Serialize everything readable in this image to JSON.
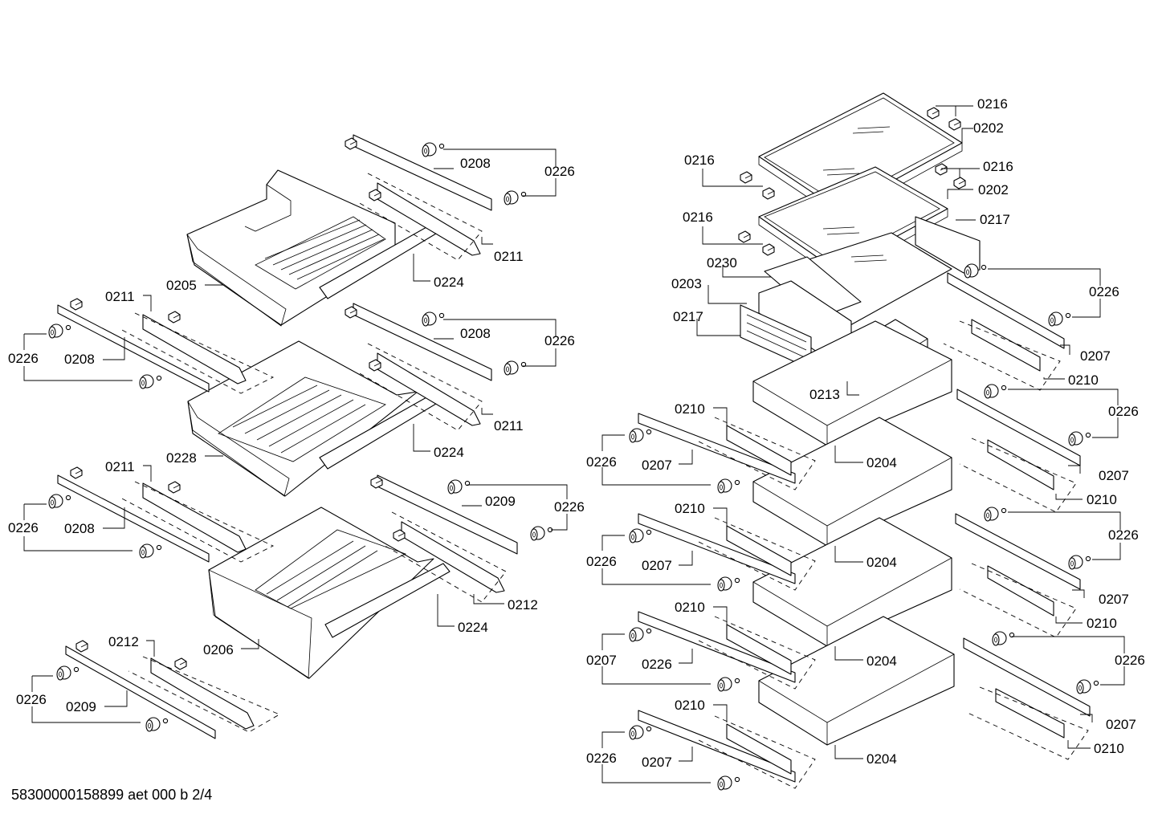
{
  "footer_code": "58300000158899 aet 000 b 2/4",
  "callouts": [
    {
      "id": "c1",
      "text": "0208"
    },
    {
      "id": "c2",
      "text": "0226"
    },
    {
      "id": "c3",
      "text": "0211"
    },
    {
      "id": "c4",
      "text": "0224"
    },
    {
      "id": "c5",
      "text": "0205"
    },
    {
      "id": "c6",
      "text": "0211"
    },
    {
      "id": "c7",
      "text": "0226"
    },
    {
      "id": "c8",
      "text": "0208"
    },
    {
      "id": "c9",
      "text": "0208"
    },
    {
      "id": "c10",
      "text": "0226"
    },
    {
      "id": "c11",
      "text": "0211"
    },
    {
      "id": "c12",
      "text": "0224"
    },
    {
      "id": "c13",
      "text": "0228"
    },
    {
      "id": "c14",
      "text": "0211"
    },
    {
      "id": "c15",
      "text": "0226"
    },
    {
      "id": "c16",
      "text": "0208"
    },
    {
      "id": "c17",
      "text": "0209"
    },
    {
      "id": "c18",
      "text": "0226"
    },
    {
      "id": "c19",
      "text": "0212"
    },
    {
      "id": "c20",
      "text": "0224"
    },
    {
      "id": "c21",
      "text": "0206"
    },
    {
      "id": "c22",
      "text": "0212"
    },
    {
      "id": "c23",
      "text": "0226"
    },
    {
      "id": "c24",
      "text": "0209"
    },
    {
      "id": "c25",
      "text": "0216"
    },
    {
      "id": "c26",
      "text": "0202"
    },
    {
      "id": "c27",
      "text": "0216"
    },
    {
      "id": "c28",
      "text": "0216"
    },
    {
      "id": "c29",
      "text": "0202"
    },
    {
      "id": "c30",
      "text": "0217"
    },
    {
      "id": "c31",
      "text": "0216"
    },
    {
      "id": "c32",
      "text": "0230"
    },
    {
      "id": "c33",
      "text": "0203"
    },
    {
      "id": "c34",
      "text": "0226"
    },
    {
      "id": "c35",
      "text": "0217"
    },
    {
      "id": "c36",
      "text": "0207"
    },
    {
      "id": "c37",
      "text": "0210"
    },
    {
      "id": "c38",
      "text": "0213"
    },
    {
      "id": "c39",
      "text": "0226"
    },
    {
      "id": "c40",
      "text": "0210"
    },
    {
      "id": "c41",
      "text": "0226"
    },
    {
      "id": "c42",
      "text": "0207"
    },
    {
      "id": "c43",
      "text": "0204"
    },
    {
      "id": "c44",
      "text": "0207"
    },
    {
      "id": "c45",
      "text": "0210"
    },
    {
      "id": "c46",
      "text": "0210"
    },
    {
      "id": "c47",
      "text": "0226"
    },
    {
      "id": "c48",
      "text": "0226"
    },
    {
      "id": "c49",
      "text": "0207"
    },
    {
      "id": "c50",
      "text": "0204"
    },
    {
      "id": "c51",
      "text": "0207"
    },
    {
      "id": "c52",
      "text": "0210"
    },
    {
      "id": "c53",
      "text": "0210"
    },
    {
      "id": "c54",
      "text": "0226"
    },
    {
      "id": "c55",
      "text": "0207"
    },
    {
      "id": "c56",
      "text": "0204"
    },
    {
      "id": "c57",
      "text": "0226"
    },
    {
      "id": "c58",
      "text": "0207"
    },
    {
      "id": "c59",
      "text": "0210"
    },
    {
      "id": "c60",
      "text": "0210"
    },
    {
      "id": "c61",
      "text": "0226"
    },
    {
      "id": "c62",
      "text": "0207"
    },
    {
      "id": "c63",
      "text": "0204"
    }
  ]
}
